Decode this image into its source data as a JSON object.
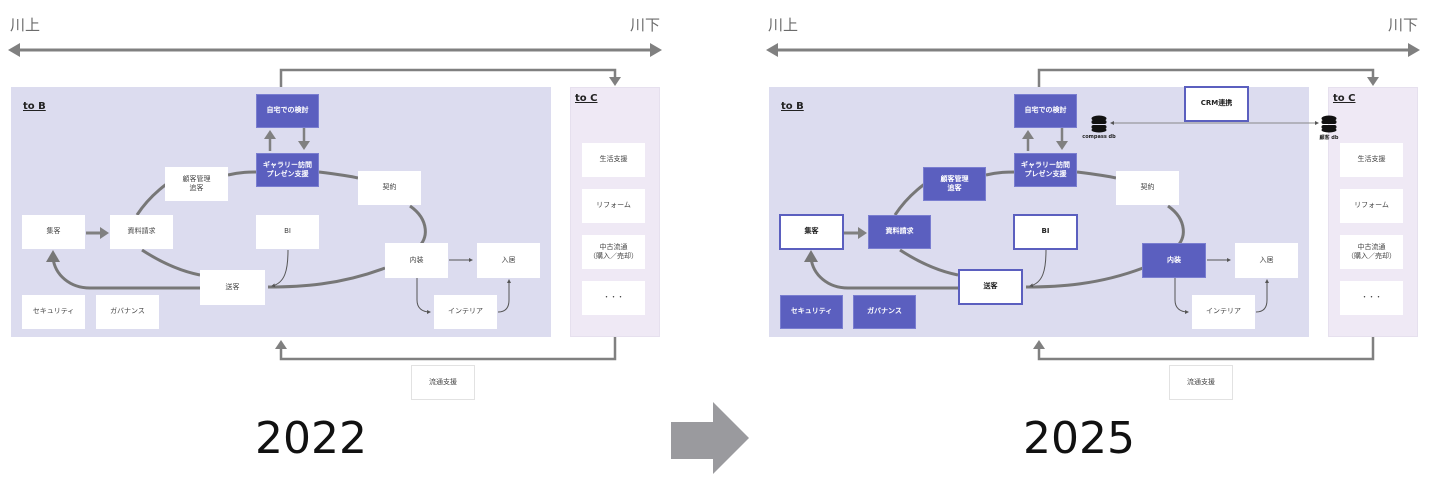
{
  "colors": {
    "accent": "#5b5fbf",
    "tob_background": "#dcdcef",
    "toc_background": "#efe9f5",
    "arrow": "#808080",
    "transition_arrow": "#9a9a9e"
  },
  "axis": {
    "upstream_label": "川上",
    "downstream_label": "川下"
  },
  "transition_arrow_icon": "right-arrow",
  "diagrams": [
    {
      "year": "2022",
      "to_b_label": "to B",
      "to_c_label": "to C",
      "nodes": {
        "home_review": "自宅での検討",
        "gallery": "ギャラリー訪問\nプレゼン支援",
        "crm": "顧客管理\n追客",
        "contract": "契約",
        "acquisition": "集客",
        "brochure": "資料請求",
        "bi": "BI",
        "referral": "送客",
        "interior_finish": "内装",
        "move_in": "入居",
        "interior": "インテリア",
        "security": "セキュリティ",
        "governance": "ガバナンス"
      },
      "to_c_items": [
        "生活支援",
        "リフォーム",
        "中古流通\n（購入／売却）",
        "・・・"
      ],
      "distribution_support": "流通支援"
    },
    {
      "year": "2025",
      "to_b_label": "to B",
      "to_c_label": "to C",
      "nodes": {
        "home_review": "自宅での検討",
        "gallery": "ギャラリー訪問\nプレゼン支援",
        "crm": "顧客管理\n追客",
        "contract": "契約",
        "acquisition": "集客",
        "brochure": "資料請求",
        "bi": "BI",
        "referral": "送客",
        "interior_finish": "内装",
        "move_in": "入居",
        "interior": "インテリア",
        "security": "セキュリティ",
        "governance": "ガバナンス",
        "crm_integration": "CRM連携"
      },
      "databases": {
        "left": "compass db",
        "right": "顧客 db"
      },
      "to_c_items": [
        "生活支援",
        "リフォーム",
        "中古流通\n（購入／売却）",
        "・・・"
      ],
      "distribution_support": "流通支援"
    }
  ]
}
